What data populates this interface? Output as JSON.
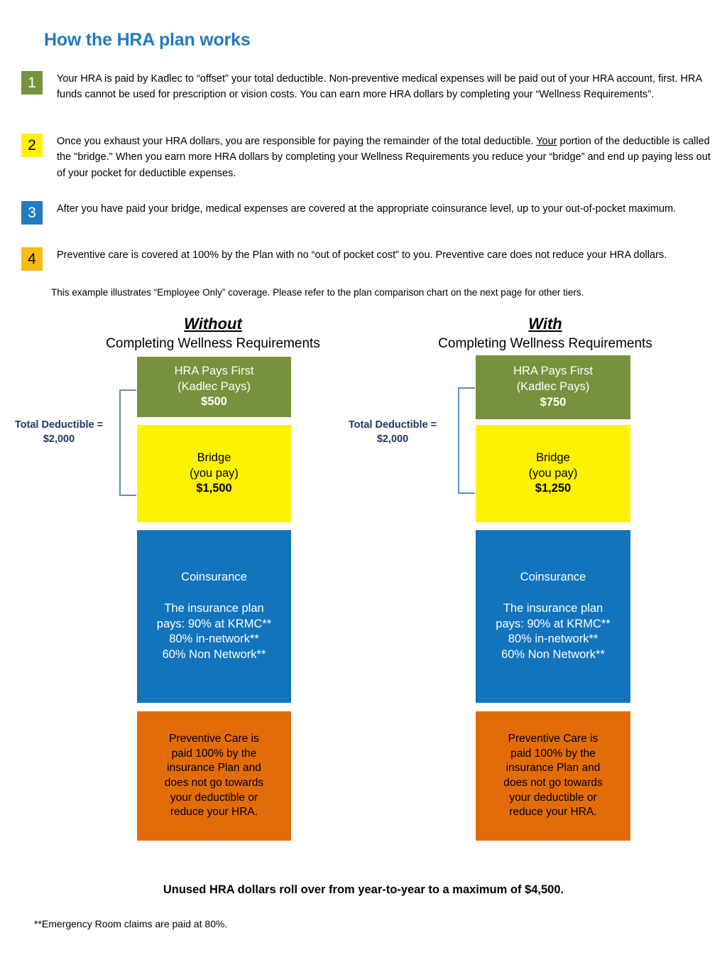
{
  "document": {
    "title": "How the HRA plan works",
    "title_color": "#1F7CC0"
  },
  "steps": [
    {
      "number": "1",
      "badge_color": "#76923C",
      "text": "Your HRA is paid by Kadlec  to “offset” your total deductible.  Non-preventive medical expenses will be paid out of your HRA account, first. HRA funds cannot be used for prescription or vision costs.  You can earn more HRA dollars by completing your “Wellness Requirements”."
    },
    {
      "number": "2",
      "badge_color": "#FFF200",
      "text_before": "Once you exhaust your HRA dollars, you are responsible for paying the remainder of the total deductible.  ",
      "text_underlined": "Your",
      "text_after": " portion of the deductible is called the \"bridge.\"  When you earn more HRA dollars by completing your Wellness Requirements you reduce your “bridge” and end up paying less out of your pocket for deductible expenses."
    },
    {
      "number": "3",
      "badge_color": "#1F7CC0",
      "text": "After you have paid your bridge, medical expenses are covered at the appropriate coinsurance level, up to your out-of-pocket maximum."
    },
    {
      "number": "4",
      "badge_color": "#FBBA18",
      "text": "Preventive care is covered at 100% by the Plan with no “out of pocket cost” to you.  Preventive care does not reduce your HRA dollars."
    }
  ],
  "example_note": "This example illustrates “Employee Only” coverage.  Please refer to the plan comparison chart on the next page for other tiers.",
  "chart_data": {
    "type": "bar",
    "title": "How the HRA plan works — Employee Only coverage",
    "columns": [
      {
        "id": "without",
        "heading_word": "Without",
        "heading_sub": "Completing Wellness Requirements",
        "deductible_label_line1": "Total Deductible =",
        "deductible_label_line2": "$2,000",
        "segments": [
          {
            "name": "hra",
            "label_line1": "HRA Pays First",
            "label_line2": "(Kadlec Pays)",
            "amount": "$500",
            "value": 500,
            "color": "#76923C"
          },
          {
            "name": "bridge",
            "label_line1": "Bridge",
            "label_line2": "(you pay)",
            "amount": "$1,500",
            "value": 1500,
            "color": "#FFF200"
          },
          {
            "name": "coinsurance",
            "heading": "Coinsurance",
            "lines": [
              "The insurance plan",
              "pays:  90% at KRMC**",
              "80% in-network**",
              "60% Non Network**"
            ],
            "color": "#1274BD"
          },
          {
            "name": "preventive",
            "lines": [
              "Preventive Care is",
              "paid 100% by the",
              "insurance Plan and",
              "does not go towards",
              "your deductible or",
              "reduce your HRA."
            ],
            "color": "#E36C0A"
          }
        ]
      },
      {
        "id": "with",
        "heading_word": "With",
        "heading_sub": "Completing Wellness Requirements",
        "deductible_label_line1": "Total Deductible =",
        "deductible_label_line2": "$2,000",
        "segments": [
          {
            "name": "hra",
            "label_line1": "HRA Pays First",
            "label_line2": "(Kadlec Pays)",
            "amount": "$750",
            "value": 750,
            "color": "#76923C"
          },
          {
            "name": "bridge",
            "label_line1": "Bridge",
            "label_line2": "(you pay)",
            "amount": "$1,250",
            "value": 1250,
            "color": "#FFF200"
          },
          {
            "name": "coinsurance",
            "heading": "Coinsurance",
            "lines": [
              "The insurance plan",
              "pays:  90% at KRMC**",
              "80% in-network**",
              "60% Non Network**"
            ],
            "color": "#1274BD"
          },
          {
            "name": "preventive",
            "lines": [
              "Preventive Care is",
              "paid 100% by the",
              "insurance Plan and",
              "does not go towards",
              "your deductible or",
              "reduce your HRA."
            ],
            "color": "#E36C0A"
          }
        ]
      }
    ],
    "total_deductible": 2000,
    "legend_position": "none",
    "grid": false
  },
  "footer": {
    "rollover": "Unused HRA dollars roll over from year-to-year to a maximum of $4,500.",
    "er_note": "**Emergency Room claims are paid at 80%."
  }
}
